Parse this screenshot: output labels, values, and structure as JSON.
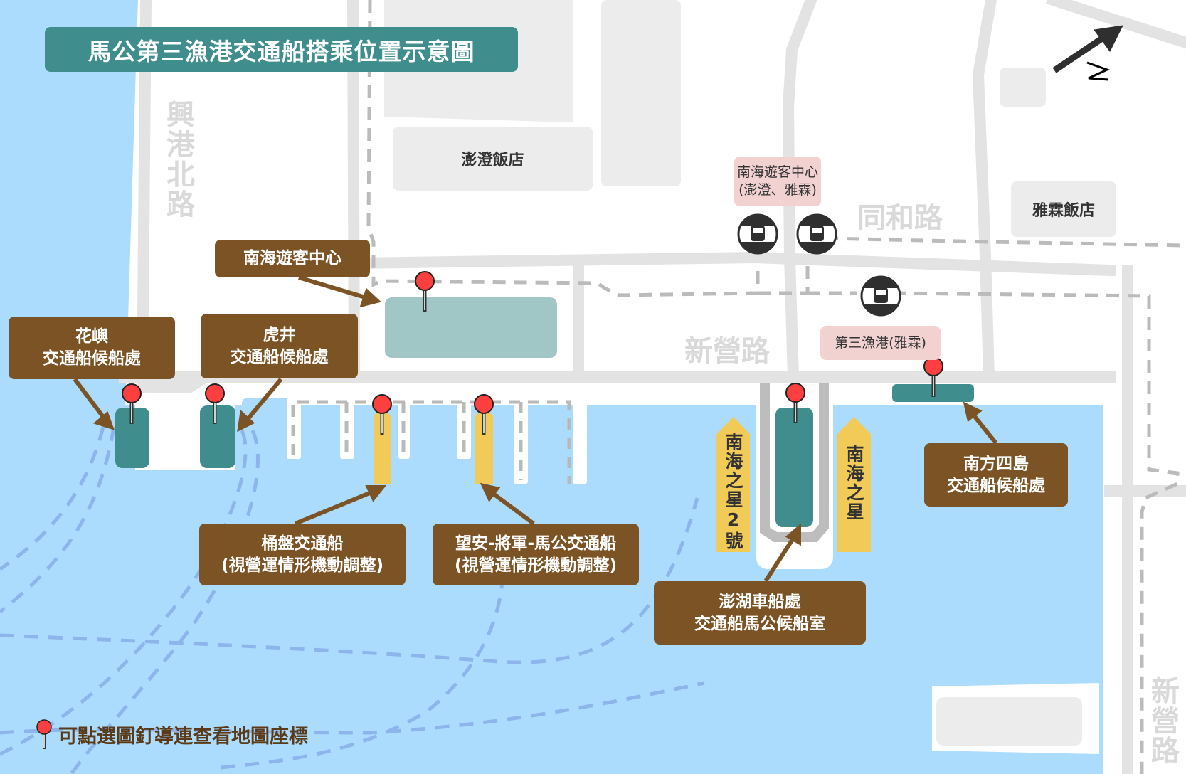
{
  "title": "馬公第三漁港交通船搭乘位置示意圖",
  "compass": {
    "label": "N",
    "icon": "north-arrow-icon"
  },
  "roads": {
    "xinggang_north": "興港北路",
    "tonghe": "同和路",
    "xinying": "新營路",
    "xinying_east": "新營路"
  },
  "buildings": {
    "pengcheng_hotel": "澎澄飯店",
    "yalin_hotel": "雅霖飯店"
  },
  "bus_stops": {
    "nanhai_visitor_center": {
      "line1": "南海遊客中心",
      "line2": "(澎澄、雅霖)"
    },
    "third_fishing_port": {
      "line1": "第三漁港(雅霖)"
    }
  },
  "callouts": {
    "nanhai_center": {
      "line1": "南海遊客中心"
    },
    "huayu": {
      "line1": "花嶼",
      "line2": "交通船候船處"
    },
    "hujing": {
      "line1": "虎井",
      "line2": "交通船候船處"
    },
    "tongpan": {
      "line1": "桶盤交通船",
      "line2": "(視營運情形機動調整)"
    },
    "wangan": {
      "line1": "望安-將軍-馬公交通船",
      "line2": "(視營運情形機動調整)"
    },
    "penghu_ferry": {
      "line1": "澎湖車船處",
      "line2": "交通船馬公候船室"
    },
    "south_four_islands": {
      "line1": "南方四島",
      "line2": "交通船候船處"
    }
  },
  "ships": {
    "nanhai_star_2": "南海之星2號",
    "nanhai_star": "南海之星"
  },
  "legend": {
    "text": "可點選圖釘導連查看地圖座標",
    "icon": "map-pin-icon"
  },
  "colors": {
    "water": "#abdcfd",
    "land": "#ffffff",
    "road": "#e3e3e3",
    "road_edge": "#c4c4c4",
    "building": "#ececec",
    "teal": "#3f8e8d",
    "teal_light": "#a0c6c6",
    "brown": "#7b5324",
    "pink": "#f2d1d1",
    "yellow": "#f2ca58",
    "pin_red": "#fe3f3f",
    "route_blue": "#8db5ec"
  }
}
